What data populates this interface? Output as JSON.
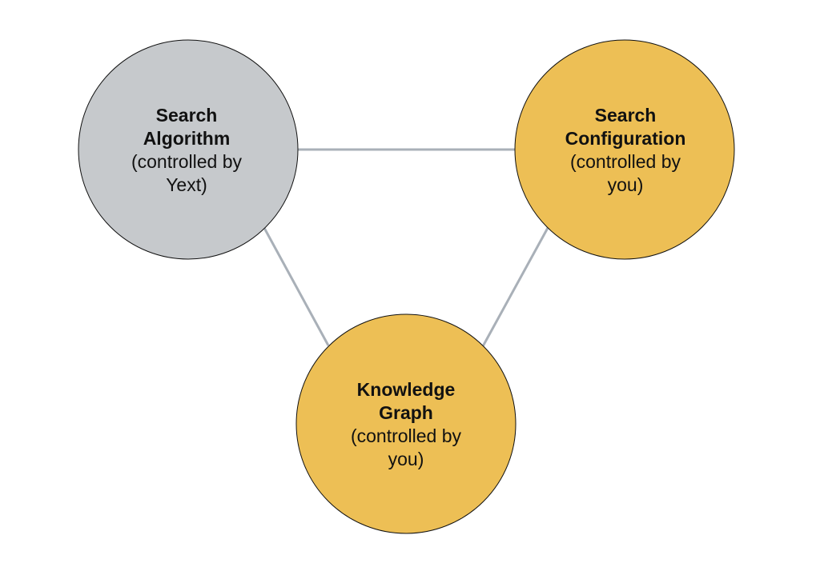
{
  "colors": {
    "algorithm_fill": "#c6c9cc",
    "you_fill": "#edbf55",
    "connector": "#a9b0b8",
    "outline": "#111111",
    "text": "#111111"
  },
  "nodes": {
    "algorithm": {
      "title_line1": "Search",
      "title_line2": "Algorithm",
      "subtitle_line1": "(controlled by",
      "subtitle_line2": "Yext)"
    },
    "config": {
      "title_line1": "Search",
      "title_line2": "Configuration",
      "subtitle_line1": "(controlled by",
      "subtitle_line2": "you)"
    },
    "graph": {
      "title_line1": "Knowledge",
      "title_line2": "Graph",
      "subtitle_line1": "(controlled by",
      "subtitle_line2": "you)"
    }
  }
}
